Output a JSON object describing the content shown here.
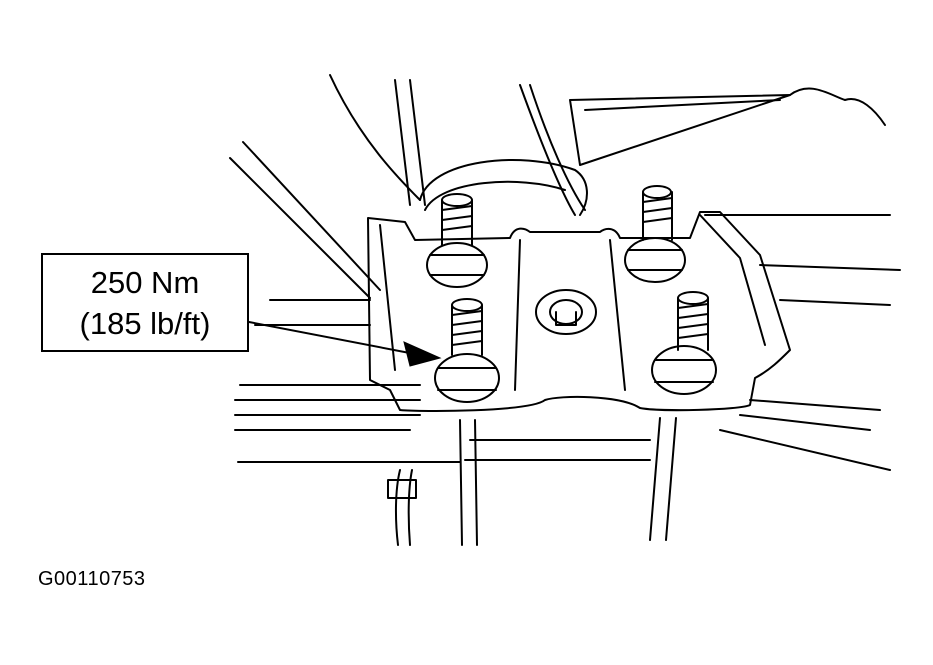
{
  "callout": {
    "torque_metric": "250 Nm",
    "torque_imperial": "(185 lb/ft)"
  },
  "figure_id": "G00110753"
}
